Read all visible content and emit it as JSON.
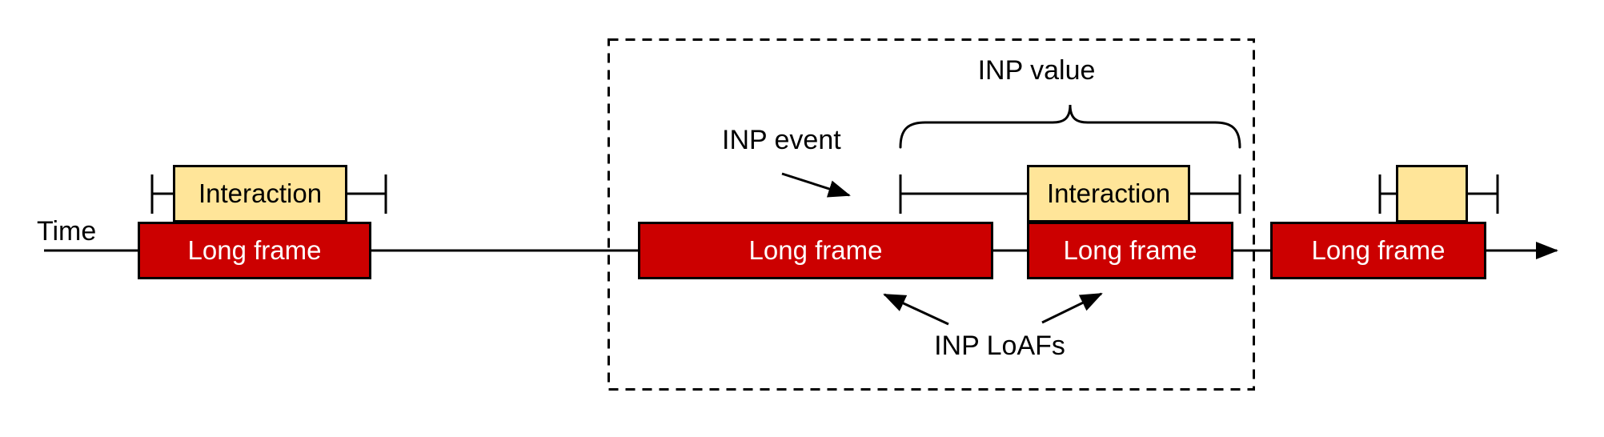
{
  "colors": {
    "long_frame_fill": "#cc0000",
    "long_frame_text": "#ffffff",
    "interaction_fill": "#ffe599",
    "interaction_text": "#000000",
    "line": "#000000"
  },
  "timeline": {
    "label": "Time"
  },
  "long_frames": [
    {
      "label": "Long frame"
    },
    {
      "label": "Long frame"
    },
    {
      "label": "Long frame"
    },
    {
      "label": "Long frame"
    }
  ],
  "interactions": [
    {
      "label": "Interaction"
    },
    {
      "label": "Interaction"
    },
    {
      "label": ""
    }
  ],
  "annotations": {
    "inp_event": "INP event",
    "inp_value": "INP value",
    "inp_loafs": "INP LoAFs"
  }
}
